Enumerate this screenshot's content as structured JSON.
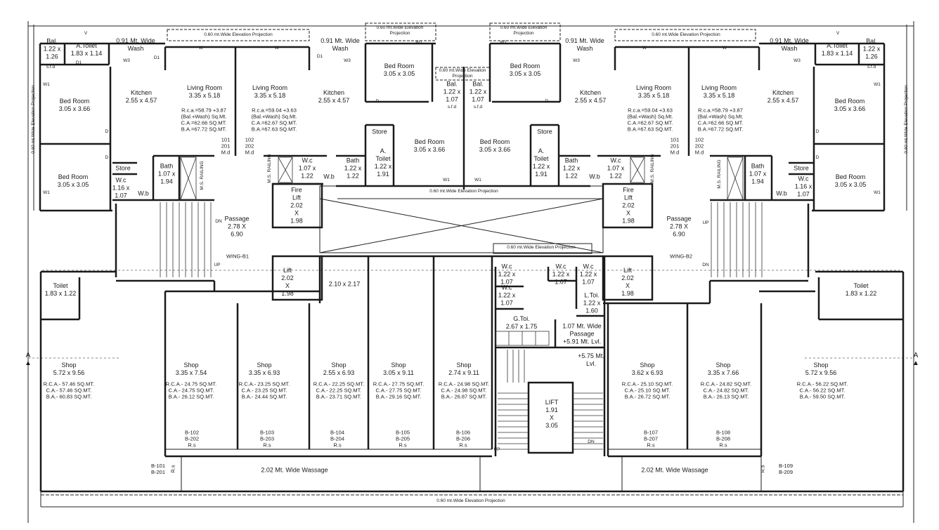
{
  "projection": {
    "full": "0.60 mt.Wide Elevation Projection",
    "split": "0.60 mt.Wide Elevation\nProjection"
  },
  "wing_b1": {
    "bal": "Bal.\n1.22 x\n1.26",
    "a_toilet": "A.Toilet\n1.83 x 1.14",
    "wash_1": "0.91 Mt. Wide\nWash",
    "wash_2": "0.91 Mt. Wide\nWash",
    "bed_1": "Bed Room\n3.05 x 3.66",
    "bed_2": "Bed Room\n3.05 x 3.05",
    "bed_3": "Bed Room\n3.05 x 3.05",
    "bed_4": "Bed Room\n3.05 x 3.66",
    "kitchen_1": "Kitchen\n2.55 x 4.57",
    "kitchen_2": "Kitchen\n2.55 x 4.57",
    "living_1": "Living Room\n3.35 x 5.18",
    "living_2": "Living Room\n3.35 x 5.18",
    "area_1": "R.c.a.=58.79 +3.87\n(Bal.+Wash) Sq.Mt.\nC.A.=62.66 SQ.MT.\nB.A.=67.72 SQ.MT.",
    "area_2": "R.c.a.=59.04 +3.63\n(Bal.+Wash) Sq.Mt.\nC.A.=62.67 SQ.MT.\nB.A.=67.63 SQ.MT.",
    "unit_1": "101\n201\nM.d",
    "unit_2": "102\n202\nM.d",
    "store_1": "Store",
    "store_2": "Store",
    "wc_1": "W.c\n1.16 x\n1.07",
    "wc_2": "W.c\n1.07 x\n1.22",
    "wb_1": "W.b",
    "wb_2": "W.b",
    "bath_1": "Bath\n1.07 x\n1.94",
    "bath_2": "Bath\n1.22 x\n1.22",
    "railing_1": "M.S.\nRAILING",
    "railing_2": "M.S.\nRAILING",
    "toilet_a": "A.\nToilet\n1.22 x\n1.91",
    "bal_2": "Bal.\n1.22 x\n1.07",
    "sfd": "s.f.d",
    "fire_lift": "Fire\nLift\n2.02\nX\n1.98",
    "passage": "Passage\n2.78 X\n6.90",
    "wing": "WING-B1",
    "lift": "Lift\n2.02\nX\n1.98",
    "dn": "DN",
    "up": "UP"
  },
  "wing_b2": {
    "bal": "Bal.\n1.22 x\n1.26",
    "a_toilet": "A.Toilet\n1.83 x 1.14",
    "wash_1": "0.91 Mt. Wide\nWash",
    "wash_2": "0.91 Mt. Wide\nWash",
    "bed_1": "Bed Room\n3.05 x 3.66",
    "bed_2": "Bed Room\n3.05 x 3.05",
    "bed_3": "Bed Room\n3.05 x 3.05",
    "bed_4": "Bed Room\n3.05 x 3.66",
    "kitchen_1": "Kitchen\n2.55 x 4.57",
    "kitchen_2": "Kitchen\n2.55 x 4.57",
    "living_1": "Living Room\n3.35 x 5.18",
    "living_2": "Living Room\n3.35 x 5.18",
    "area_1": "R.c.a.=59.04 +3.63\n(Bal.+Wash) Sq.Mt.\nC.A.=62.67 SQ.MT.\nB.A.=67.63 SQ.MT.",
    "area_2": "R.c.a.=58.79 +3.87\n(Bal.+Wash) Sq.Mt.\nC.A.=62.66 SQ.MT.\nB.A.=67.72 SQ.MT.",
    "unit_1": "101\n201\nM.d",
    "unit_2": "102\n202\nM.d",
    "store_1": "Store",
    "store_2": "Store",
    "wc_1": "W.c\n1.16 x\n1.07",
    "wc_2": "W.c\n1.07 x\n1.22",
    "wb_1": "W.b",
    "wb_2": "W.b",
    "bath_1": "Bath\n1.07 x\n1.94",
    "bath_2": "Bath\n1.22 x\n1.22",
    "railing_1": "M.S.\nRAILING",
    "railing_2": "M.S.\nRAILING",
    "toilet_a": "A.\nToilet\n1.22 x\n1.91",
    "bal_2": "Bal.\n1.22 x\n1.07",
    "sfd": "s.f.d",
    "fire_lift": "Fire\nLift\n2.02\nX\n1.98",
    "passage": "Passage\n2.78 X\n6.90",
    "wing": "WING-B2",
    "lift": "Lift\n2.02\nX\n1.98",
    "dn": "DN",
    "up": "UP"
  },
  "core": {
    "room_210": "2.10 x 2.17",
    "wc_1": "W.c\n1.22 x\n1.07",
    "wc_2": "W.c\n1.22 x\n1.07",
    "wc_3": "W.c\n1.22 x\n1.07",
    "wc_4": "W.c\n1.22 x\n1.07",
    "l_toi": "L.Toi.\n1.22 x\n1.60",
    "g_toi": "G.Toi.\n2.67 x 1.75",
    "passage": "1.07 Mt. Wide\nPassage\n+5.91 Mt. Lvl.",
    "level": "+5.75 Mt.\nLvl.",
    "lift": "LIFT\n1.91\nX\n3.05",
    "up": "UP",
    "dn": "DN"
  },
  "shops": [
    {
      "title": "Shop\n5.72 x 9.56",
      "area": "R.C.A.- 57.46 SQ.MT.\nC.A.- 57.46 SQ.MT.\nB.A.- 60.83 SQ.MT.",
      "unit": "B-101\nB-201",
      "rs": "R.s"
    },
    {
      "title": "Shop\n3.35 x 7.54",
      "area": "R.C.A.- 24.75 SQ.MT.\nC.A.- 24.75 SQ.MT.\nB.A.- 26.12 SQ.MT.",
      "unit": "B-102\nB-202\nR.s"
    },
    {
      "title": "Shop\n3.35 x 6.93",
      "area": "R.C.A.- 23.25 SQ.MT.\nC.A.- 23.25 SQ.MT.\nB.A.- 24.44 SQ.MT.",
      "unit": "B-103\nB-203\nR.s"
    },
    {
      "title": "Shop\n2.55 x 6.93",
      "area": "R.C.A.- 22.25 SQ.MT.\nC.A.- 22.25 SQ.MT.\nB.A.- 23.71 SQ.MT.",
      "unit": "B-104\nB-204\nR.s"
    },
    {
      "title": "Shop\n3.05 x 9.11",
      "area": "R.C.A.- 27.75 SQ.MT.\nC.A.- 27.75 SQ.MT.\nB.A.- 29.16 SQ.MT.",
      "unit": "B-105\nB-205\nR.s"
    },
    {
      "title": "Shop\n2.74 x 9.11",
      "area": "R.C.A.- 24.98 SQ.MT.\nC.A.- 24.98 SQ.MT.\nB.A.- 26.87 SQ.MT.",
      "unit": "B-106\nB-206\nR.s"
    },
    {
      "title": "Shop\n3.62 x 6.93",
      "area": "R.C.A.- 25.10 SQ.MT.\nC.A.- 25.10 SQ.MT.\nB.A.- 26.72 SQ.MT.",
      "unit": "B-107\nB-207\nR.s"
    },
    {
      "title": "Shop\n3.35 x 7.66",
      "area": "R.C.A.- 24.82 SQ.MT.\nC.A.- 24.82 SQ.MT.\nB.A.- 26.13 SQ.MT.",
      "unit": "B-108\nB-208\nR.s"
    },
    {
      "title": "Shop\n5.72 x 9.56",
      "area": "R.C.A.- 56.22 SQ.MT.\nC.A.- 56.22 SQ.MT.\nB.A.- 59.50 SQ.MT.",
      "unit": "B-109\nB-209",
      "rs": "R.s"
    }
  ],
  "toilets": {
    "left": "Toilet\n1.83 x 1.22",
    "right": "Toilet\n1.83 x 1.22"
  },
  "wassage": "2.02 Mt. Wide Wassage",
  "section_mark": "A",
  "tags": {
    "d1": "D1",
    "w1": "W1",
    "w": "W",
    "w3": "W3",
    "d": "D",
    "v": "V"
  }
}
